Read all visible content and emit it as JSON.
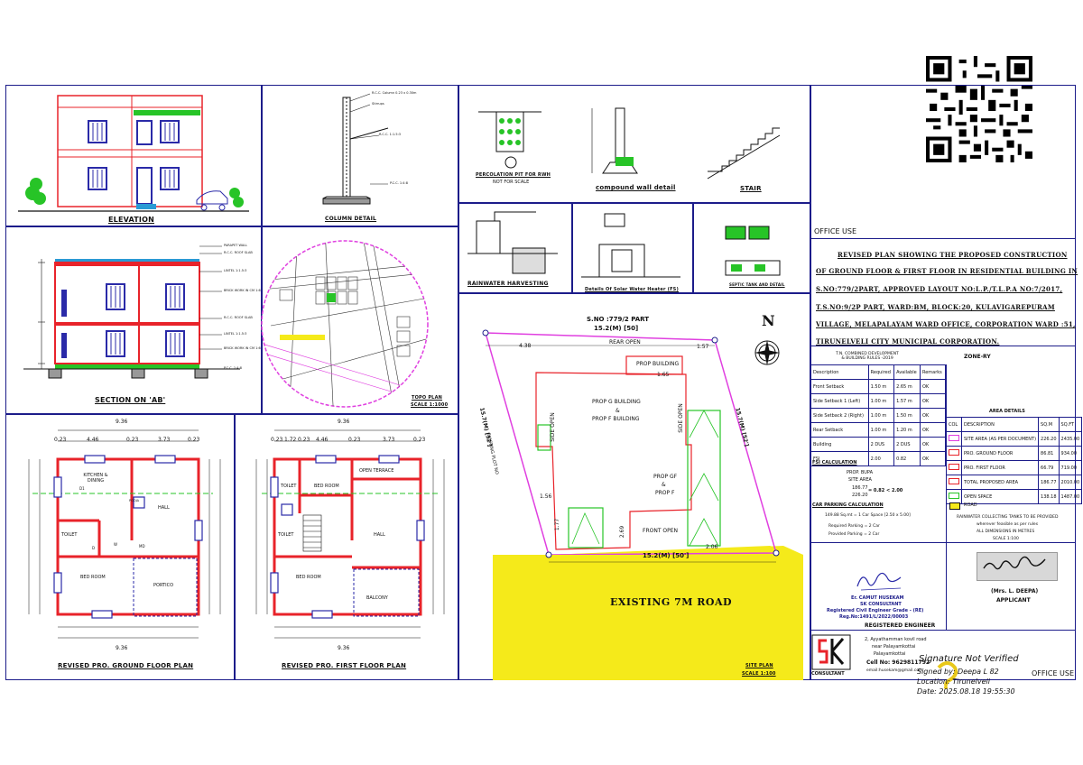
{
  "drawings": {
    "elevation": "ELEVATION",
    "column_detail": "COLUMN DETAIL",
    "percolation": "PERCOLATION PIT FOR RWH",
    "not_for_scale": "NOT FOR SCALE",
    "compound_wall": "compound wall detail",
    "stair": "STAIR",
    "section": "SECTION ON 'AB'",
    "topo": "TOPO PLAN",
    "topo_scale": "SCALE 1:1000",
    "rainwater": "RAINWATER HARVESTING",
    "solar": "Details Of Solar Water Heater (FS)",
    "septic": "SEPTIC TANK AND DETAIL",
    "ground_floor": "REVISED PRO. GROUND FLOOR PLAN",
    "first_floor": "REVISED PRO. FIRST FLOOR PLAN",
    "site_plan": "SITE PLAN",
    "site_scale": "SCALE 1:100",
    "existing_road": "EXISTING 7M ROAD",
    "north": "N"
  },
  "site": {
    "sno": "S.NO :779/2 PART",
    "top_width": "15.2(M) [50]",
    "bottom_width": "15.2(M) [50']",
    "rear_open": "REAR OPEN",
    "front_open": "FRONT OPEN",
    "side_open_left": "SIDE OPEN",
    "side_open_right": "SIDE OPEN",
    "prop_building_top": "PROP BUILDING",
    "prop_main_1": "PROP G BUILDING",
    "prop_main_2": "&",
    "prop_main_3": "PROP F BUILDING",
    "prop_small_1": "PROP GF",
    "prop_small_2": "&",
    "prop_small_3": "PROP F",
    "left_dim": "15.7(M) [52']",
    "right_dim": "15.7(M) [52']",
    "left_label": "EXISTING PLOT NO",
    "dims": [
      "4.38",
      "1.57",
      "1.65",
      "1.56",
      "2.06",
      "1.77",
      "2.69"
    ]
  },
  "ground_floor": {
    "width": "9.36",
    "kitchen": "KITCHEN & DINING",
    "hall": "HALL",
    "toilet": "TOILET",
    "bedroom": "BED ROOM",
    "portico": "PORTICO",
    "pooja": "POOJA",
    "top_dims": [
      "0.23",
      "4.46",
      "0.23",
      "3.73",
      "0.23"
    ]
  },
  "first_floor": {
    "width": "9.36",
    "toilet": "TOILET",
    "bedroom_top": "BED ROOM",
    "open_terrace": "OPEN TERRACE",
    "hall": "HALL",
    "bedroom": "BED ROOM",
    "balcony": "BALCONY",
    "top_dims": [
      "0.23",
      "1.72",
      "0.23",
      "4.46",
      "0.23",
      "3.73",
      "0.23"
    ]
  },
  "title_block": {
    "office_use": "OFFICE USE",
    "lines": [
      "REVISED PLAN SHOWING THE PROPOSED CONSTRUCTION",
      "OF GROUND FLOOR & FIRST FLOOR IN RESIDENTIAL BUILDING IN",
      "S.NO:779/2PART, APPROVED LAYOUT NO:L.P./T.L.P.A NO:7/2017,",
      "T.S.NO:9/2P PART, WARD:BM, BLOCK:20, KULAVIGAREPURAM",
      "VILLAGE, MELAPALAYAM WARD OFFICE, CORPORATION WARD :51,",
      "TIRUNELVELI CITY MUNICIPAL CORPORATION."
    ],
    "rules_title": "T.N. COMBINED DEVELOPMENT & BUILDING RULES -2019",
    "zone": "ZONE-RY",
    "area_details": "AREA DETAILS",
    "fsi_calc": "FSI CALCULATION",
    "fsi_formula_1": "PROP. BUPA",
    "fsi_formula_2": "SITE AREA",
    "fsi_value_1": "186.77",
    "fsi_value_2": "226.20",
    "fsi_result": "= 0.82 < 2.00",
    "car_parking": "CAR PARKING CALCULATION",
    "parking_line": "149.88 Sq.mt  =  1 Car Space [2.50 x 5.00]",
    "parking_req": "Required Parking =  2  Car",
    "parking_prov": "Provided Parking =  2  Car",
    "rwh_note": "RAINWATER COLLECTING TANKS TO BE PROVIDED",
    "rwh_note2": "wherever feasible as per rules",
    "all_dim": "ALL DIMENSIONS IN METRES",
    "scale": "SCALE 1:100",
    "road": "ROAD"
  },
  "setback_table": {
    "headers": [
      "Description",
      "Required",
      "Available",
      "Remarks"
    ],
    "rows": [
      [
        "Front Setback",
        "1.50 m",
        "2.65 m",
        "OK"
      ],
      [
        "Side Setback 1 (Left)",
        "1.00 m",
        "1.57 m",
        "OK"
      ],
      [
        "Side Setback 2 (Right)",
        "1.00 m",
        "1.50 m",
        "OK"
      ],
      [
        "Rear Setback",
        "1.00 m",
        "1.20 m",
        "OK"
      ],
      [
        "Building",
        "2 DUS",
        "2 DUS",
        "OK"
      ],
      [
        "FSI",
        "2.00",
        "0.82",
        "OK"
      ]
    ]
  },
  "area_table": {
    "headers": [
      "COL",
      "DESCRIPTION",
      "SQ.M",
      "SQ.FT"
    ],
    "rows": [
      [
        "SITE AREA (AS PER DOCUMENT)",
        "226.20",
        "2435.00"
      ],
      [
        "PRO. GROUND FLOOR",
        "86.81",
        "934.00"
      ],
      [
        "PRO. FIRST FLOOR",
        "66.79",
        "719.00"
      ],
      [
        "TOTAL PROPOSED AREA",
        "186.77",
        "2010.00"
      ],
      [
        "OPEN SPACE",
        "138.18",
        "1487.00"
      ]
    ]
  },
  "engineer": {
    "name": "Er. CAMUT HUSEKAM",
    "firm": "SK CONSULTANT",
    "reg": "Registered Civil Engineer Grade - (RE)",
    "reg_no": "Reg.No:1491/L/2022/00003",
    "role": "REGISTERED ENGINEER",
    "address_1": "2, Ayyathamman kovil road",
    "address_2": "near Palayamkottai",
    "address_3": "Palayamkottai",
    "cell": "Cell No: 9629811792",
    "email": "email:husekam@gmail.com",
    "logo": "CONSULTANT"
  },
  "applicant": {
    "name": "(Mrs. L. DEEPA)",
    "role": "APPLICANT"
  },
  "signature": {
    "status": "Signature Not Verified",
    "signed": "Signed by: Deepa L 82",
    "location": "Location: Tirunelveli",
    "date": "Date: 2025.08.18 19:55:30"
  },
  "office_use_bottom": "OFFICE USE",
  "colors": {
    "frame": "#1c1c8a",
    "wall": "#e8232a",
    "magenta": "#e040e0",
    "road": "#f5ea1a",
    "green": "#27c427",
    "dim": "#1c1c1c"
  }
}
